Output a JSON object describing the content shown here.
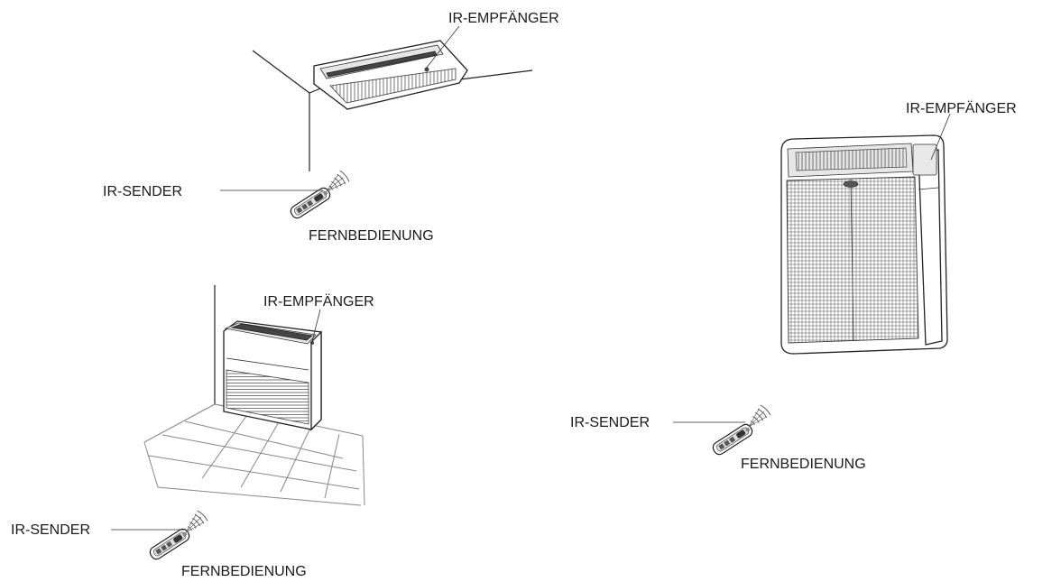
{
  "labels": {
    "ir_receiver": "IR-EMPFÄNGER",
    "ir_sender": "IR-SENDER",
    "remote_control": "FERNBEDIENUNG"
  }
}
